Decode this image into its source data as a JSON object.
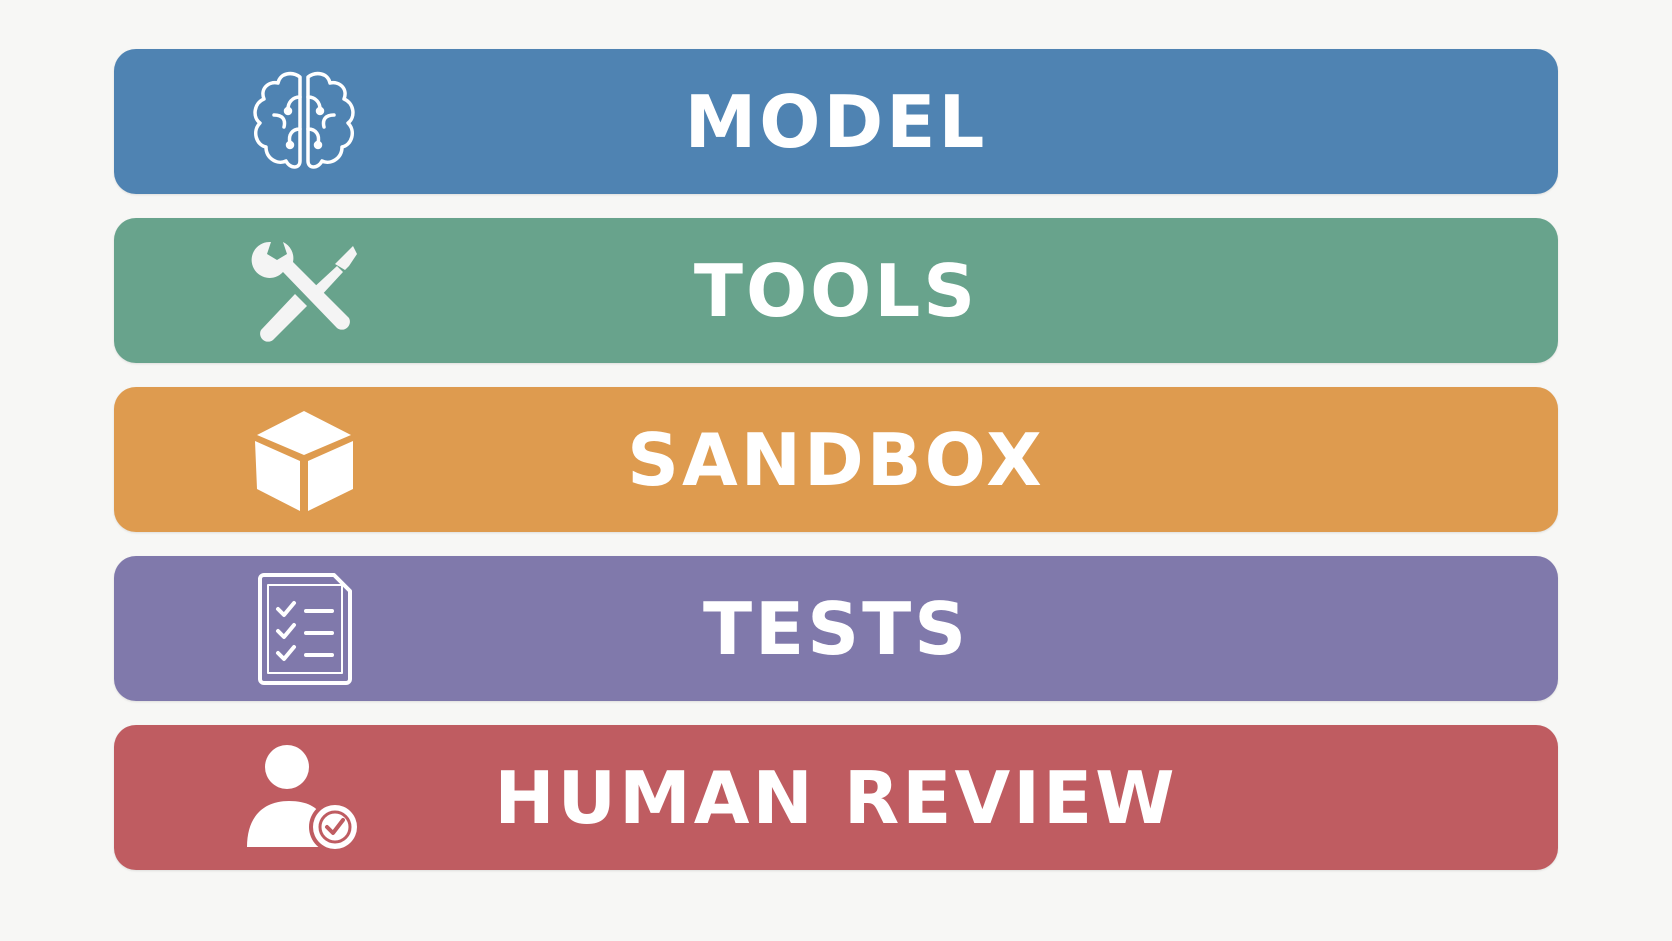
{
  "layers": [
    {
      "label": "MODEL",
      "icon": "brain-icon",
      "color": "#4f83b2"
    },
    {
      "label": "TOOLS",
      "icon": "wrench-screwdriver-icon",
      "color": "#68a38c"
    },
    {
      "label": "SANDBOX",
      "icon": "box-icon",
      "color": "#de9b4f"
    },
    {
      "label": "TESTS",
      "icon": "checklist-icon",
      "color": "#8079ab"
    },
    {
      "label": "HUMAN REVIEW",
      "icon": "user-check-icon",
      "color": "#bf5c61"
    }
  ]
}
